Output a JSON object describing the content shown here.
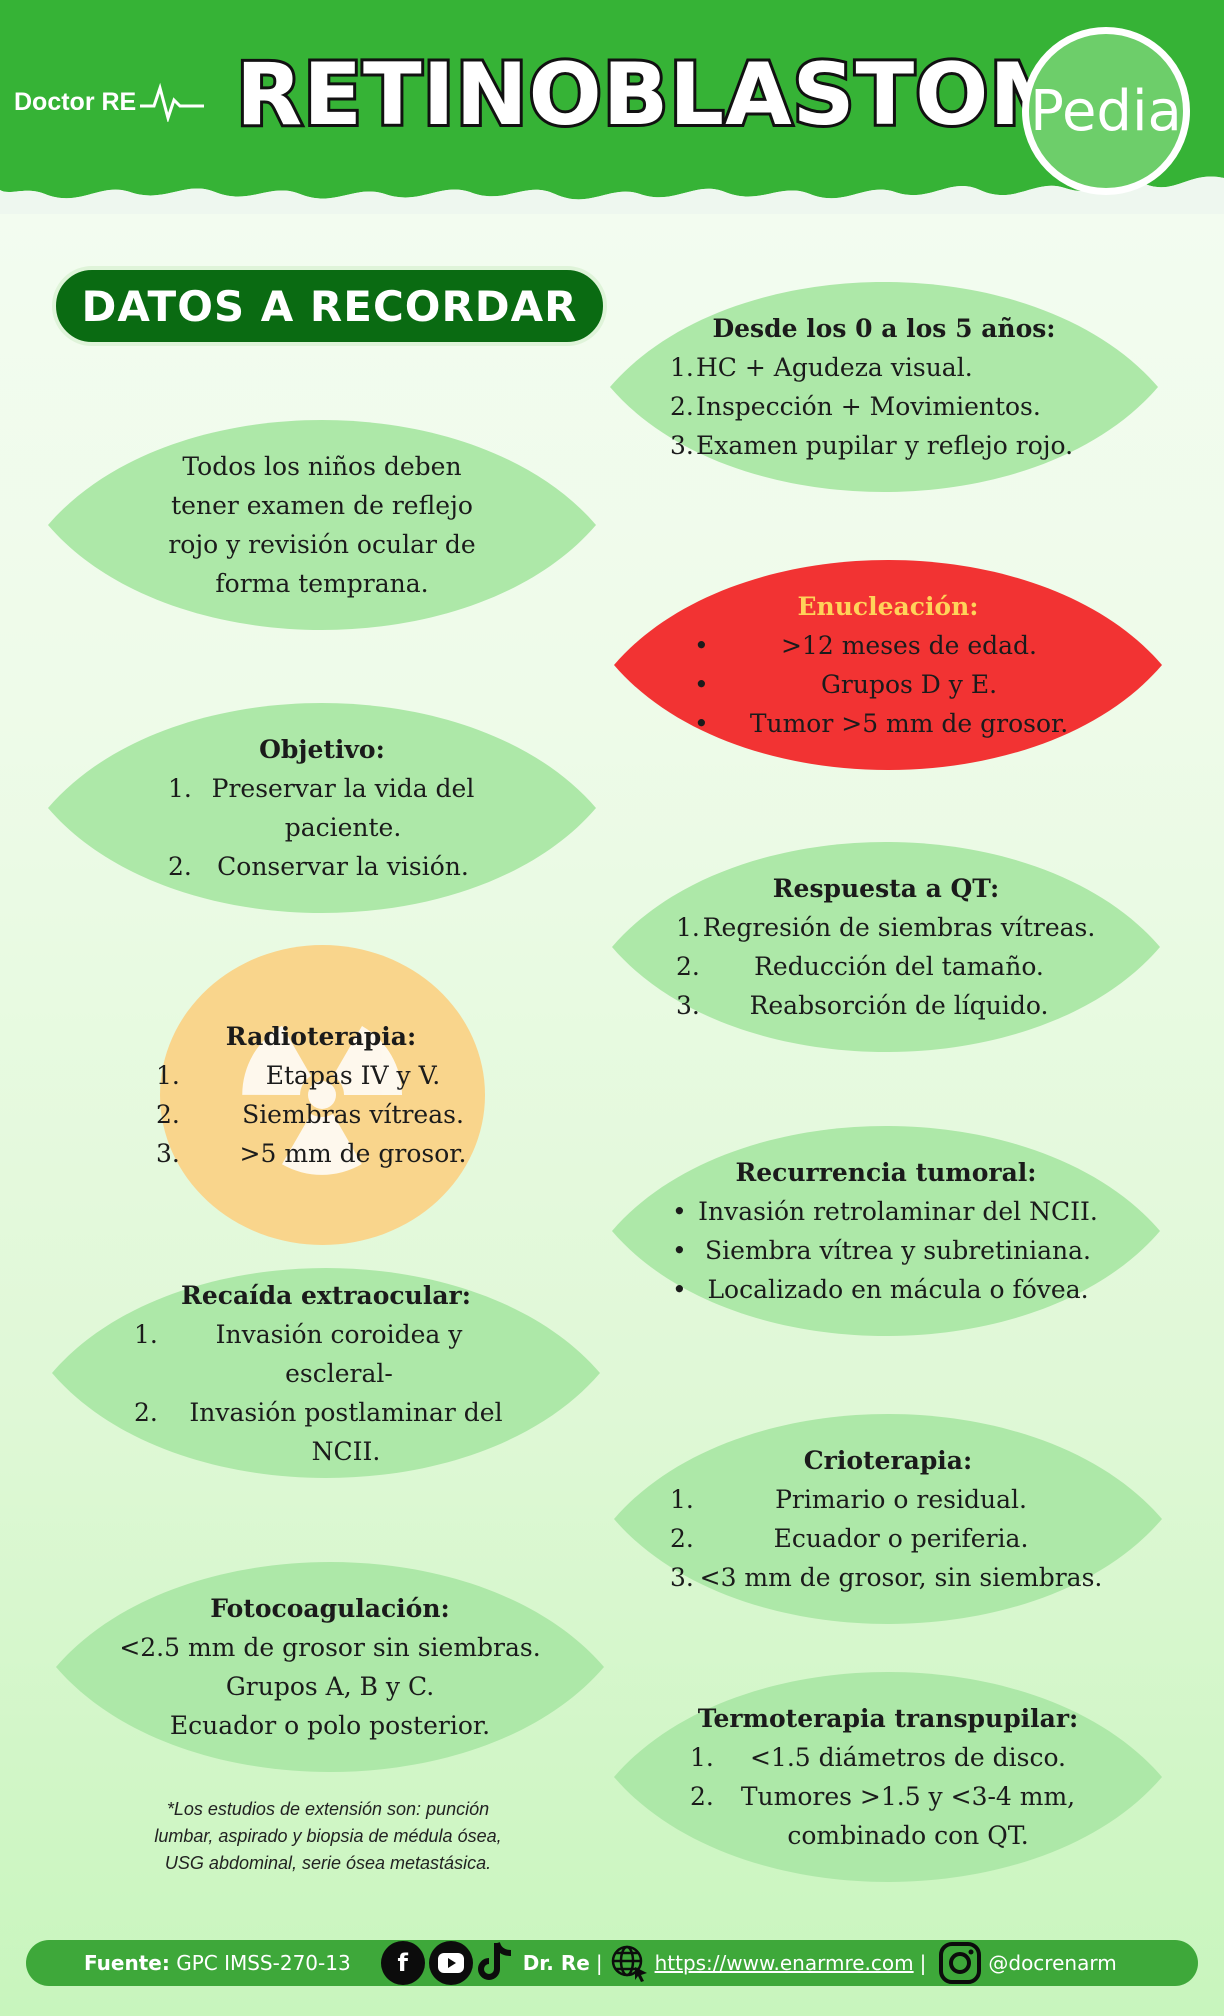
{
  "header": {
    "brand": "Doctor RE",
    "title": "RETINOBLASTOMA",
    "badge": "Pedia"
  },
  "section_label": "DATOS A RECORDAR",
  "cards": {
    "screening": {
      "title": "Desde los 0 a los 5 años:",
      "items": [
        {
          "marker": "1.",
          "text": "HC + Agudeza visual."
        },
        {
          "marker": "2.",
          "text": "Inspección + Movimientos."
        },
        {
          "marker": "3.",
          "text": "Examen pupilar y reflejo rojo."
        }
      ]
    },
    "all_children": {
      "lines": [
        "Todos los niños deben",
        "tener examen de reflejo",
        "rojo y revisión ocular de",
        "forma temprana."
      ]
    },
    "enucleation": {
      "title": "Enucleación:",
      "items": [
        {
          "marker": "•",
          "text": ">12 meses de edad."
        },
        {
          "marker": "•",
          "text": "Grupos D y E."
        },
        {
          "marker": "•",
          "text": "Tumor >5 mm de grosor."
        }
      ]
    },
    "objective": {
      "title": "Objetivo:",
      "items": [
        {
          "marker": "1.",
          "text": "Preservar la vida del paciente."
        },
        {
          "marker": "2.",
          "text": "Conservar la visión."
        }
      ]
    },
    "qt_response": {
      "title": "Respuesta a QT:",
      "items": [
        {
          "marker": "1.",
          "text": "Regresión de siembras vítreas."
        },
        {
          "marker": "2.",
          "text": "Reducción del tamaño."
        },
        {
          "marker": "3.",
          "text": "Reabsorción de líquido."
        }
      ]
    },
    "radiotherapy": {
      "title": "Radioterapia:",
      "items": [
        {
          "marker": "1.",
          "text": "Etapas IV y V."
        },
        {
          "marker": "2.",
          "text": "Siembras vítreas."
        },
        {
          "marker": "3.",
          "text": ">5 mm de grosor."
        }
      ]
    },
    "recurrence": {
      "title": "Recurrencia tumoral:",
      "items": [
        {
          "marker": "•",
          "text": "Invasión retrolaminar del NCII."
        },
        {
          "marker": "•",
          "text": "Siembra vítrea y subretiniana."
        },
        {
          "marker": "•",
          "text": "Localizado en mácula o fóvea."
        }
      ]
    },
    "extraocular_relapse": {
      "title": "Recaída extraocular:",
      "items": [
        {
          "marker": "1.",
          "text": "Invasión coroidea y escleral-"
        },
        {
          "marker": "2.",
          "text": "Invasión postlaminar del NCII."
        }
      ]
    },
    "cryotherapy": {
      "title": "Crioterapia:",
      "items": [
        {
          "marker": "1.",
          "text": "Primario o residual."
        },
        {
          "marker": "2.",
          "text": "Ecuador o periferia."
        },
        {
          "marker": "3.",
          "text": "<3 mm de grosor, sin siembras."
        }
      ]
    },
    "photocoagulation": {
      "title": "Fotocoagulación:",
      "lines": [
        "<2.5 mm de grosor sin siembras.",
        "Grupos A, B y C.",
        "Ecuador o polo posterior."
      ]
    },
    "thermotherapy": {
      "title": "Termoterapia transpupilar:",
      "items": [
        {
          "marker": "1.",
          "text": "<1.5 diámetros de disco."
        },
        {
          "marker": "2.",
          "text": "Tumores >1.5 y <3-4 mm, combinado con QT."
        }
      ]
    }
  },
  "note": "*Los estudios de extensión son: punción lumbar, aspirado y biopsia de médula ósea, USG abdominal, serie ósea metastásica.",
  "footer": {
    "source_label": "Fuente:",
    "source_value": "GPC IMSS-270-13",
    "author": "Dr. Re",
    "separator": "|",
    "url": "https://www.enarmre.com",
    "handle": "@docrenarm"
  },
  "colors": {
    "banner_green": "#36b336",
    "leaf_green": "#ade8a8",
    "enucleation_red": "#f23333",
    "enucleation_title": "#ffd35a",
    "radiotherapy_yellow": "#f9d58c",
    "pill_green": "#0a6b12",
    "footer_green": "#3ea83a"
  },
  "icons": {
    "brand": "heartbeat-icon",
    "radiotherapy": "radiation-trefoil-icon",
    "social": [
      "facebook-icon",
      "youtube-icon",
      "tiktok-icon"
    ],
    "web": "globe-icon",
    "instagram": "instagram-icon"
  }
}
